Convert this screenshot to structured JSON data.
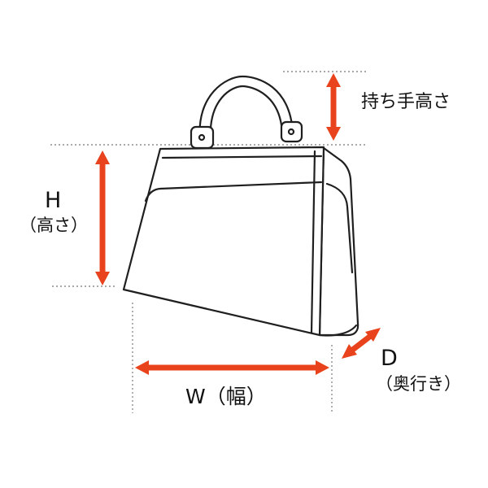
{
  "diagram": {
    "accent_color": "#e8431c",
    "line_color": "#1f1f1f",
    "guide_color": "#8e8e8e",
    "labels": {
      "handle_height": "持ち手高さ",
      "height_letter": "H",
      "height_sub": "（高さ）",
      "width": "W（幅）",
      "depth_letter": "D",
      "depth_sub": "（奥行き）"
    }
  }
}
